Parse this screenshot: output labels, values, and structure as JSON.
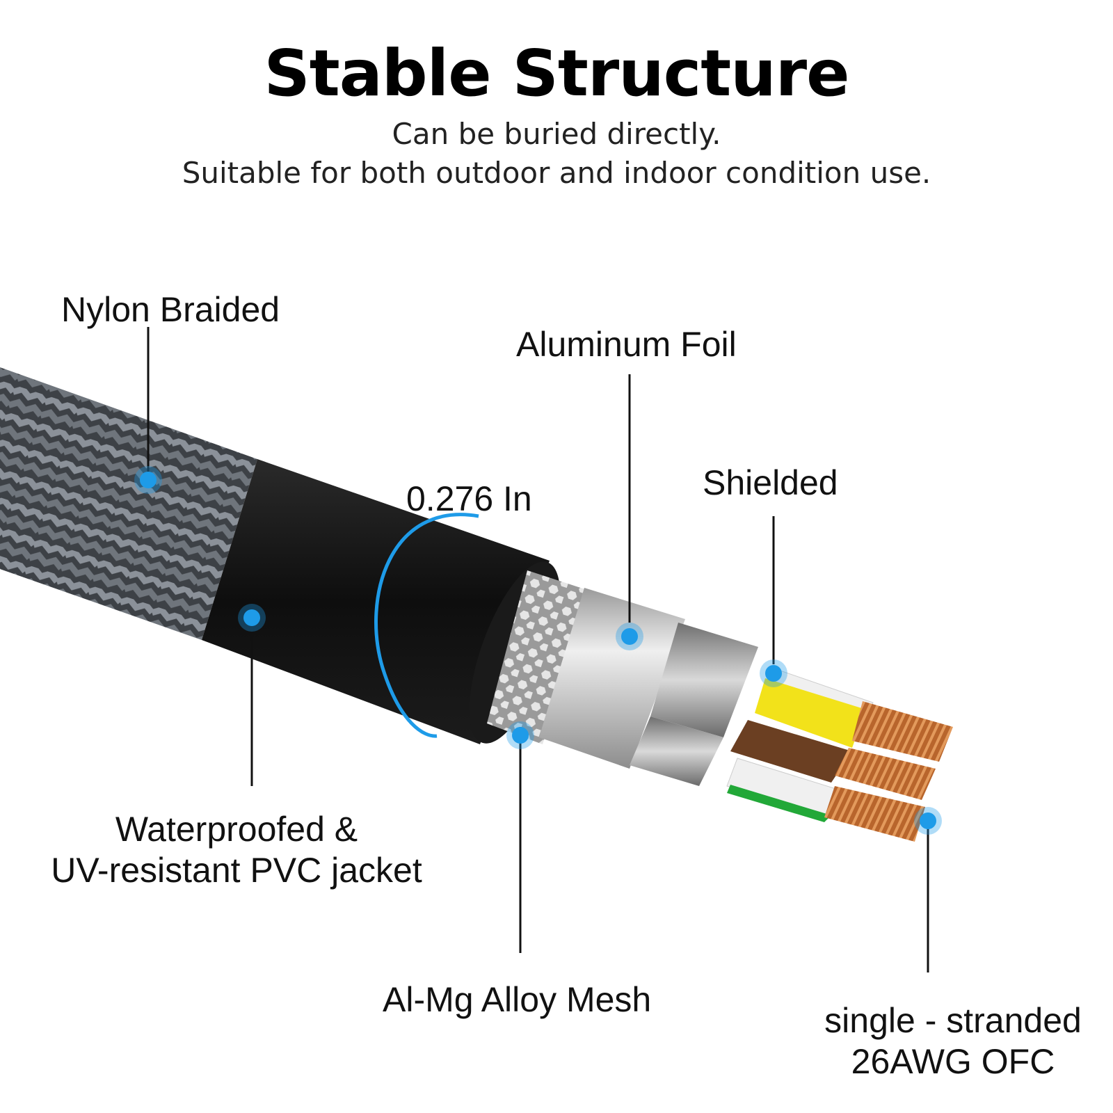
{
  "header": {
    "title": "Stable Structure",
    "subtitle_line1": "Can be buried directly.",
    "subtitle_line2": "Suitable for both outdoor and indoor condition use."
  },
  "callouts": {
    "nylon_braided": "Nylon Braided",
    "aluminum_foil": "Aluminum Foil",
    "diameter": "0.276 In",
    "shielded": "Shielded",
    "pvc_jacket_line1": "Waterproofed &",
    "pvc_jacket_line2": "UV-resistant PVC jacket",
    "alloy_mesh": "Al-Mg Alloy Mesh",
    "conductor_line1": "single - stranded",
    "conductor_line2": "26AWG OFC"
  },
  "colors": {
    "callout_dot": "#1e9be8",
    "leader_line": "#111111",
    "braid": "#5a5f66",
    "jacket": "#111111",
    "foil": "#c8c8c8",
    "wire_yellow": "#f2e21a",
    "wire_brown": "#6b3f22",
    "wire_green": "#22a838",
    "copper": "#c9773d"
  }
}
